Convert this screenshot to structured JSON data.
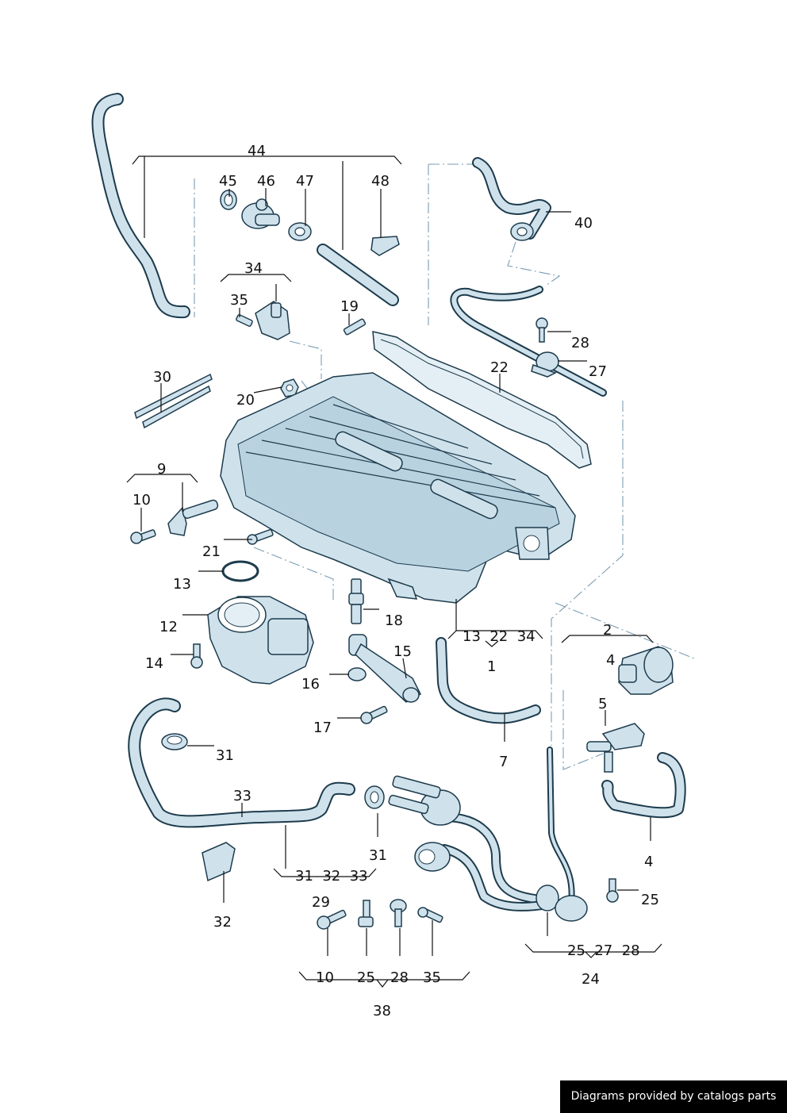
{
  "labels": {
    "l44": "44",
    "l45": "45",
    "l46": "46",
    "l47": "47",
    "l48": "48",
    "l40": "40",
    "l34": "34",
    "l35": "35",
    "l19": "19",
    "l28a": "28",
    "l27a": "27",
    "l22": "22",
    "l30": "30",
    "l20": "20",
    "l9": "9",
    "l10a": "10",
    "l21": "21",
    "l13": "13",
    "l12": "12",
    "l14": "14",
    "l18": "18",
    "l15": "15",
    "l16": "16",
    "l17": "17",
    "l1group": "13  22  34",
    "l1": "1",
    "l2": "2",
    "l4a": "4",
    "l5": "5",
    "l7": "7",
    "l31a": "31",
    "l33": "33",
    "l31b": "31",
    "l31group": "31  32  33",
    "l32": "32",
    "l4b": "4",
    "l25a": "25",
    "l29": "29",
    "l24group": "25  27  28",
    "l24": "24",
    "l38group_a": "10",
    "l38group_b": "25",
    "l38group_c": "28",
    "l38group_d": "35",
    "l38": "38"
  },
  "credit": "Diagrams provided by catalogs parts",
  "colors": {
    "part_fill": "#cfe2ec",
    "part_stroke": "#1d3b4c",
    "dash": "#7a9db3"
  }
}
